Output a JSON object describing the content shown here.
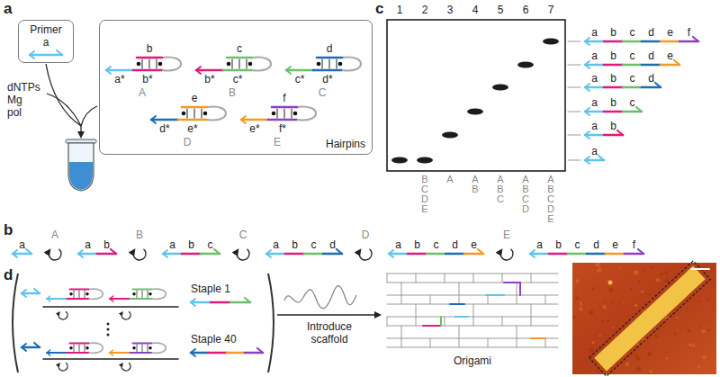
{
  "diagram": {
    "nodes": [
      {
        "text": [
          "Primer",
          "a"
        ]
      },
      {
        "text": [
          "Hairpins"
        ]
      }
    ],
    "labels": [
      "a",
      "dNTPs",
      "Mg",
      "pol",
      "b",
      "a*",
      "b*",
      "A",
      "c",
      "b*",
      "c*",
      "B",
      "d",
      "c*",
      "d*",
      "C",
      "e",
      "d*",
      "e*",
      "D",
      "f",
      "e*",
      "f*",
      "E",
      "b",
      "a",
      "A",
      "a",
      "b",
      "B",
      "a",
      "b",
      "c",
      "C",
      "a",
      "b",
      "c",
      "d",
      "D",
      "a",
      "b",
      "c",
      "d",
      "e",
      "E",
      "a",
      "b",
      "c",
      "d",
      "e",
      "f",
      "c",
      "1",
      "2",
      "3",
      "4",
      "5",
      "6",
      "7",
      "B C D E",
      "A",
      "A B",
      "A B C",
      "A B C D",
      "A B C D E",
      "a",
      "b",
      "c",
      "d",
      "e",
      "f",
      "a",
      "b",
      "c",
      "d",
      "e",
      "a",
      "b",
      "c",
      "d",
      "a",
      "b",
      "c",
      "a",
      "b",
      "a",
      "d",
      "Staple 1",
      "Staple 40",
      "Introduce scaffold",
      "Origami"
    ]
  }
}
